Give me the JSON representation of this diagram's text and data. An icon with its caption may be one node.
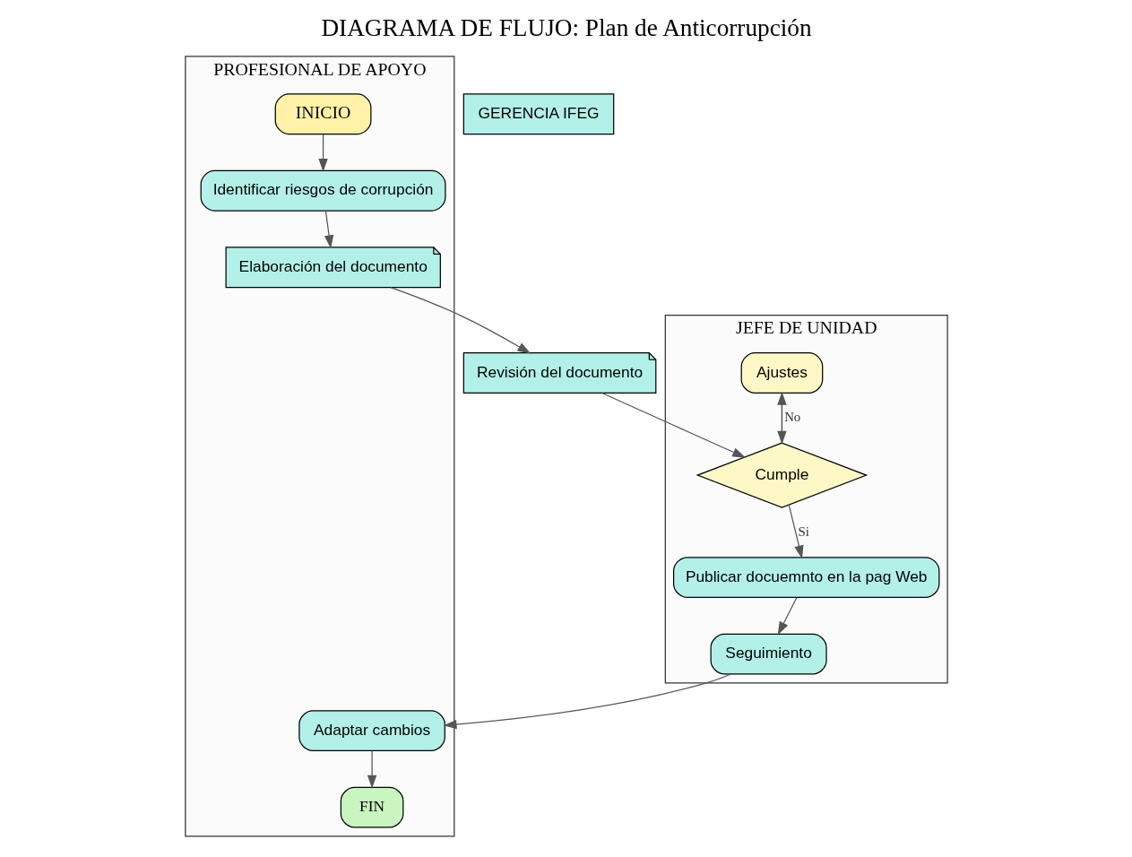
{
  "diagram": {
    "title": "DIAGRAMA DE FLUJO: Plan de Anticorrupción",
    "nodes": [
      {
        "text": [
          "PROFESIONAL DE APOYO"
        ]
      },
      {
        "text": [
          "JEFE DE UNIDAD"
        ]
      },
      {
        "text": [
          "GERENCIA IFEG"
        ]
      },
      {
        "text": [
          "INICIO"
        ],
        "in": 0
      },
      {
        "text": [
          "Identificar riesgos de corrupción"
        ],
        "in": 0
      },
      {
        "text": [
          "Elaboración del documento"
        ],
        "in": 0
      },
      {
        "text": [
          "Revisión del documento"
        ]
      },
      {
        "text": [
          "Ajustes"
        ],
        "in": 1
      },
      {
        "text": [
          "Cumple"
        ],
        "in": 1
      },
      {
        "text": [
          "Publicar docuemnto en la pag Web"
        ],
        "in": 1
      },
      {
        "text": [
          "Seguimiento"
        ],
        "in": 1
      },
      {
        "text": [
          "Adaptar cambios"
        ],
        "in": 0
      },
      {
        "text": [
          "FIN"
        ],
        "in": 0
      }
    ],
    "edges": [
      {
        "from": 3,
        "to": 4,
        "arrow": "to"
      },
      {
        "from": 4,
        "to": 5,
        "arrow": "to"
      },
      {
        "from": 5,
        "to": 6,
        "arrow": "to"
      },
      {
        "from": 6,
        "to": 8,
        "arrow": "to"
      },
      {
        "from": 8,
        "to": 7,
        "arrow": "to",
        "label": "No"
      },
      {
        "from": 7,
        "to": 8,
        "arrow": "to"
      },
      {
        "from": 8,
        "to": 9,
        "arrow": "to",
        "label": "Si"
      },
      {
        "from": 9,
        "to": 10,
        "arrow": "to"
      },
      {
        "from": 10,
        "to": 11,
        "arrow": "to"
      },
      {
        "from": 11,
        "to": 12,
        "arrow": "to"
      }
    ]
  }
}
